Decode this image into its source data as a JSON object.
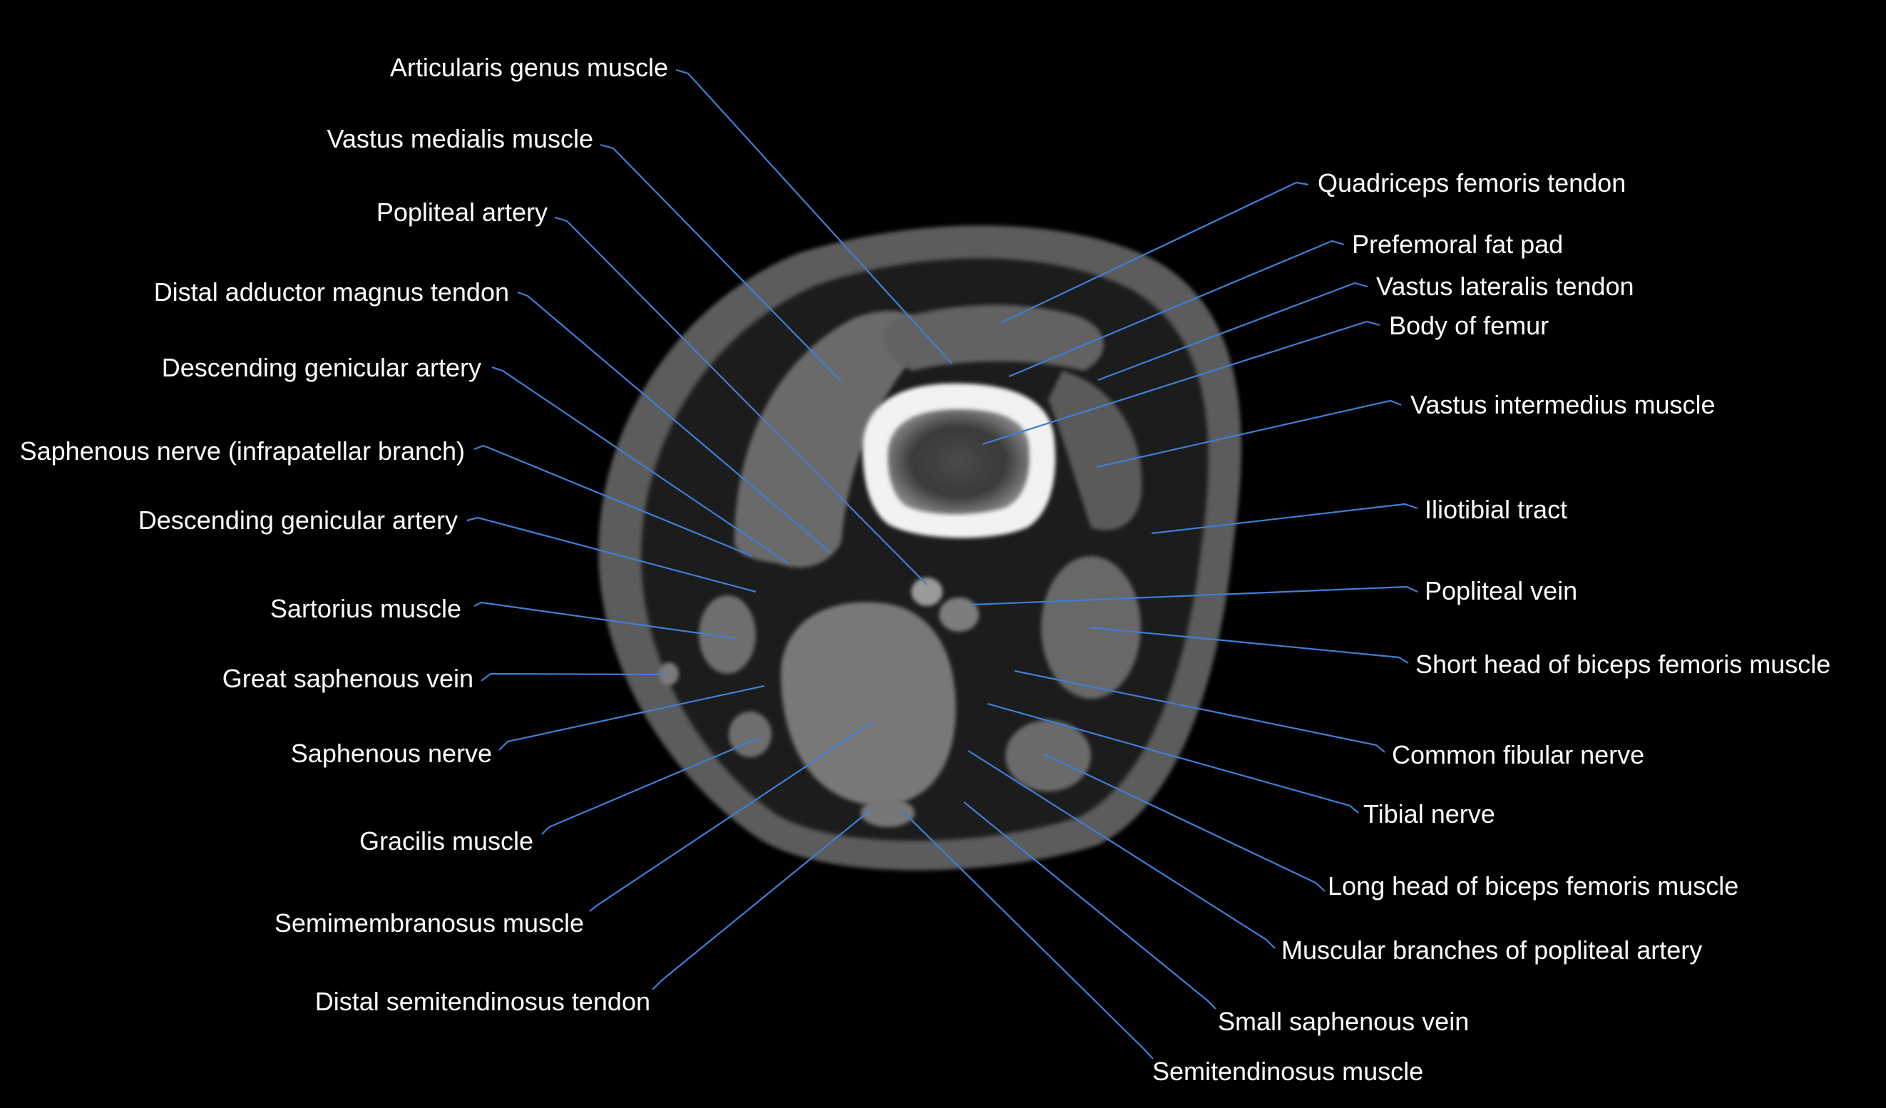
{
  "colors": {
    "background": "#000000",
    "leader_line": "#3f7fd6",
    "label_text": "#ffffff",
    "cortical_bone": "#f4f4f4",
    "muscle_gray": "#6e6e6e",
    "fat_dark": "#1c1c1c"
  },
  "labels_left": [
    "Articularis genus muscle",
    "Vastus medialis muscle",
    "Popliteal artery",
    "Distal adductor magnus tendon",
    "Descending genicular artery",
    "Saphenous nerve (infrapatellar branch)",
    "Descending genicular artery",
    "Sartorius muscle",
    "Great saphenous vein",
    "Saphenous nerve",
    "Gracilis muscle",
    "Semimembranosus muscle",
    "Distal semitendinosus tendon"
  ],
  "labels_right": [
    "Quadriceps femoris tendon",
    "Prefemoral fat pad",
    "Vastus lateralis tendon",
    "Body of femur",
    "Vastus intermedius muscle",
    "Iliotibial tract",
    "Popliteal vein",
    "Short head of biceps femoris muscle",
    "Common fibular nerve",
    "Tibial nerve",
    "Long head of biceps femoris muscle",
    "Muscular branches of popliteal artery",
    "Small saphenous vein",
    "Semitendinosus muscle"
  ]
}
